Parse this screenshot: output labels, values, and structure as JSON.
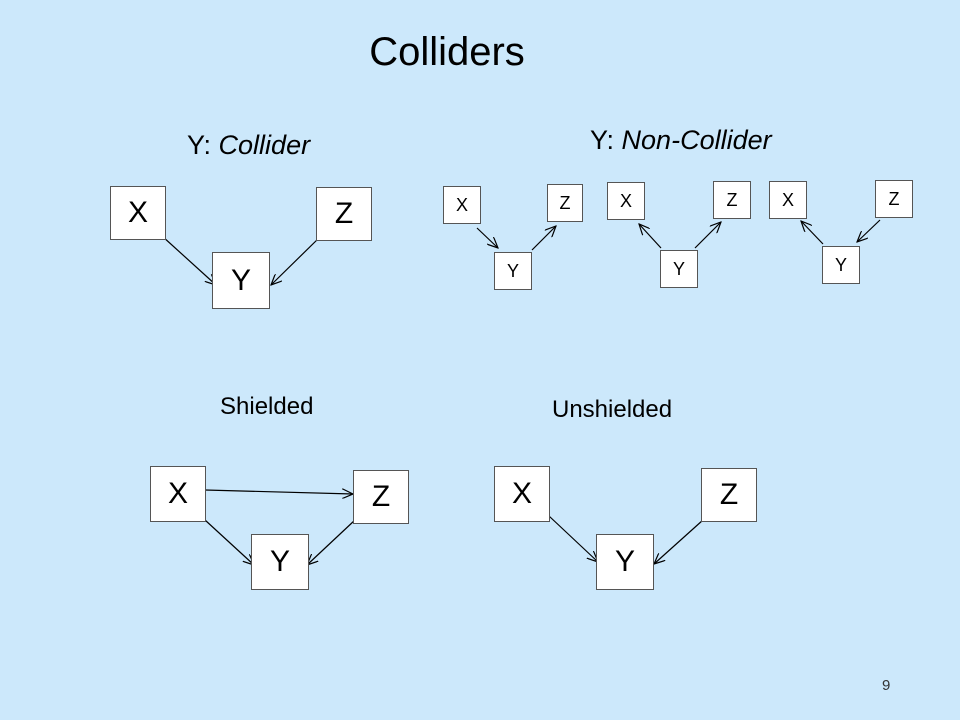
{
  "title": "Colliders",
  "page_number": "9",
  "sections": {
    "collider": {
      "prefix": "Y:",
      "word": "Collider"
    },
    "non_collider": {
      "prefix": "Y:",
      "word": "Non-Collider"
    },
    "shielded": {
      "label": "Shielded"
    },
    "unshielded": {
      "label": "Unshielded"
    }
  },
  "node_labels": {
    "x": "X",
    "y": "Y",
    "z": "Z"
  },
  "colors": {
    "background": "#cce8fb",
    "node_fill": "#ffffff",
    "edge": "#000000"
  },
  "graphs": [
    {
      "id": "collider",
      "edges": [
        [
          "X",
          "Y"
        ],
        [
          "Z",
          "Y"
        ]
      ]
    },
    {
      "id": "non-collider-chain",
      "edges": [
        [
          "X",
          "Y"
        ],
        [
          "Y",
          "Z"
        ]
      ]
    },
    {
      "id": "non-collider-fork",
      "edges": [
        [
          "Y",
          "X"
        ],
        [
          "Y",
          "Z"
        ]
      ]
    },
    {
      "id": "non-collider-reverse-chain",
      "edges": [
        [
          "Z",
          "Y"
        ],
        [
          "Y",
          "X"
        ]
      ]
    },
    {
      "id": "shielded",
      "edges": [
        [
          "X",
          "Y"
        ],
        [
          "Z",
          "Y"
        ],
        [
          "X",
          "Z"
        ]
      ]
    },
    {
      "id": "unshielded",
      "edges": [
        [
          "X",
          "Y"
        ],
        [
          "Z",
          "Y"
        ]
      ]
    }
  ]
}
